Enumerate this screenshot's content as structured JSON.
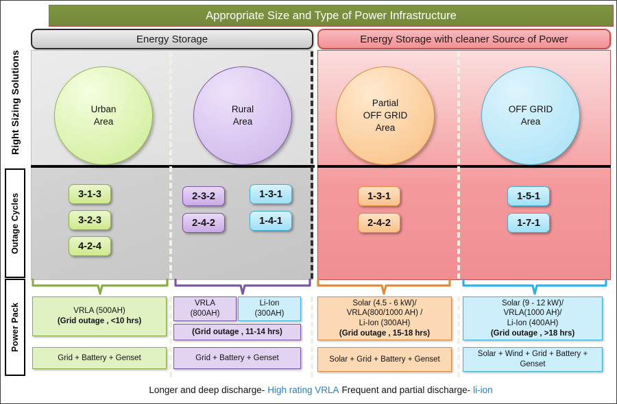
{
  "title": "Appropriate Size and Type of Power Infrastructure",
  "side_labels": {
    "right_sizing": "Right Sizing Solutions",
    "outage_cycles": "Outage Cycles",
    "power_pack": "Power Pack"
  },
  "sections": {
    "energy_storage": "Energy Storage",
    "energy_storage_clean": "Energy Storage with cleaner Source of Power"
  },
  "circles": [
    {
      "name": "urban",
      "label": "Urban\nArea",
      "color": "#cdeb93"
    },
    {
      "name": "rural",
      "label": "Rural\nArea",
      "color": "#cbb2e8"
    },
    {
      "name": "partial-off-grid",
      "label": "Partial\nOFF GRID\nArea",
      "color": "#f9bf7f"
    },
    {
      "name": "off-grid",
      "label": "OFF GRID\nArea",
      "color": "#a6e2f7"
    }
  ],
  "outage_cycles": {
    "urban": [
      "3-1-3",
      "3-2-3",
      "4-2-4"
    ],
    "rural_vrla": [
      "2-3-2",
      "2-4-2"
    ],
    "rural_liion": [
      "1-3-1",
      "1-4-1"
    ],
    "partial_off_grid": [
      "1-3-1",
      "2-4-2"
    ],
    "off_grid": [
      "1-5-1",
      "1-7-1"
    ]
  },
  "power_pack": {
    "urban": {
      "spec_line1": "VRLA (500AH)",
      "spec_line2": "(Grid outage , <10 hrs)",
      "source": "Grid + Battery + Genset"
    },
    "rural": {
      "vrla_line1": "VRLA",
      "vrla_line2": "(800AH)",
      "liion_line1": "Li-Ion",
      "liion_line2": "(300AH)",
      "outage": "(Grid outage , 11-14 hrs)",
      "source": "Grid + Battery + Genset"
    },
    "partial_off_grid": {
      "spec_line1": "Solar (4.5 - 6 kW)/",
      "spec_line2": "VRLA(800/1000 AH) /",
      "spec_line3": "Li-Ion (300AH)",
      "spec_line4": "(Grid outage , 15-18 hrs)",
      "source": "Solar + Grid + Battery + Genset"
    },
    "off_grid": {
      "spec_line1": "Solar (9 - 12 kW)/",
      "spec_line2": "VRLA(1000 AH)/",
      "spec_line3": "Li-Ion (400AH)",
      "spec_line4": "(Grid outage , >18 hrs)",
      "source": "Solar + Wind + Grid + Battery + Genset"
    }
  },
  "footer": {
    "part1": "Longer and deep discharge-",
    "highlight1": "High rating VRLA",
    "part2": "Frequent and partial discharge-",
    "highlight2": "li-ion"
  },
  "colors": {
    "title_bar": "#7d9440",
    "pink_panel": "#f4999c",
    "grey_panel": "#d3d3d3",
    "green": "#cdeb93",
    "purple": "#cbb2e8",
    "blue": "#a6e2f7",
    "orange": "#f9bf7f",
    "footer_highlight": "#1f7fd4"
  }
}
